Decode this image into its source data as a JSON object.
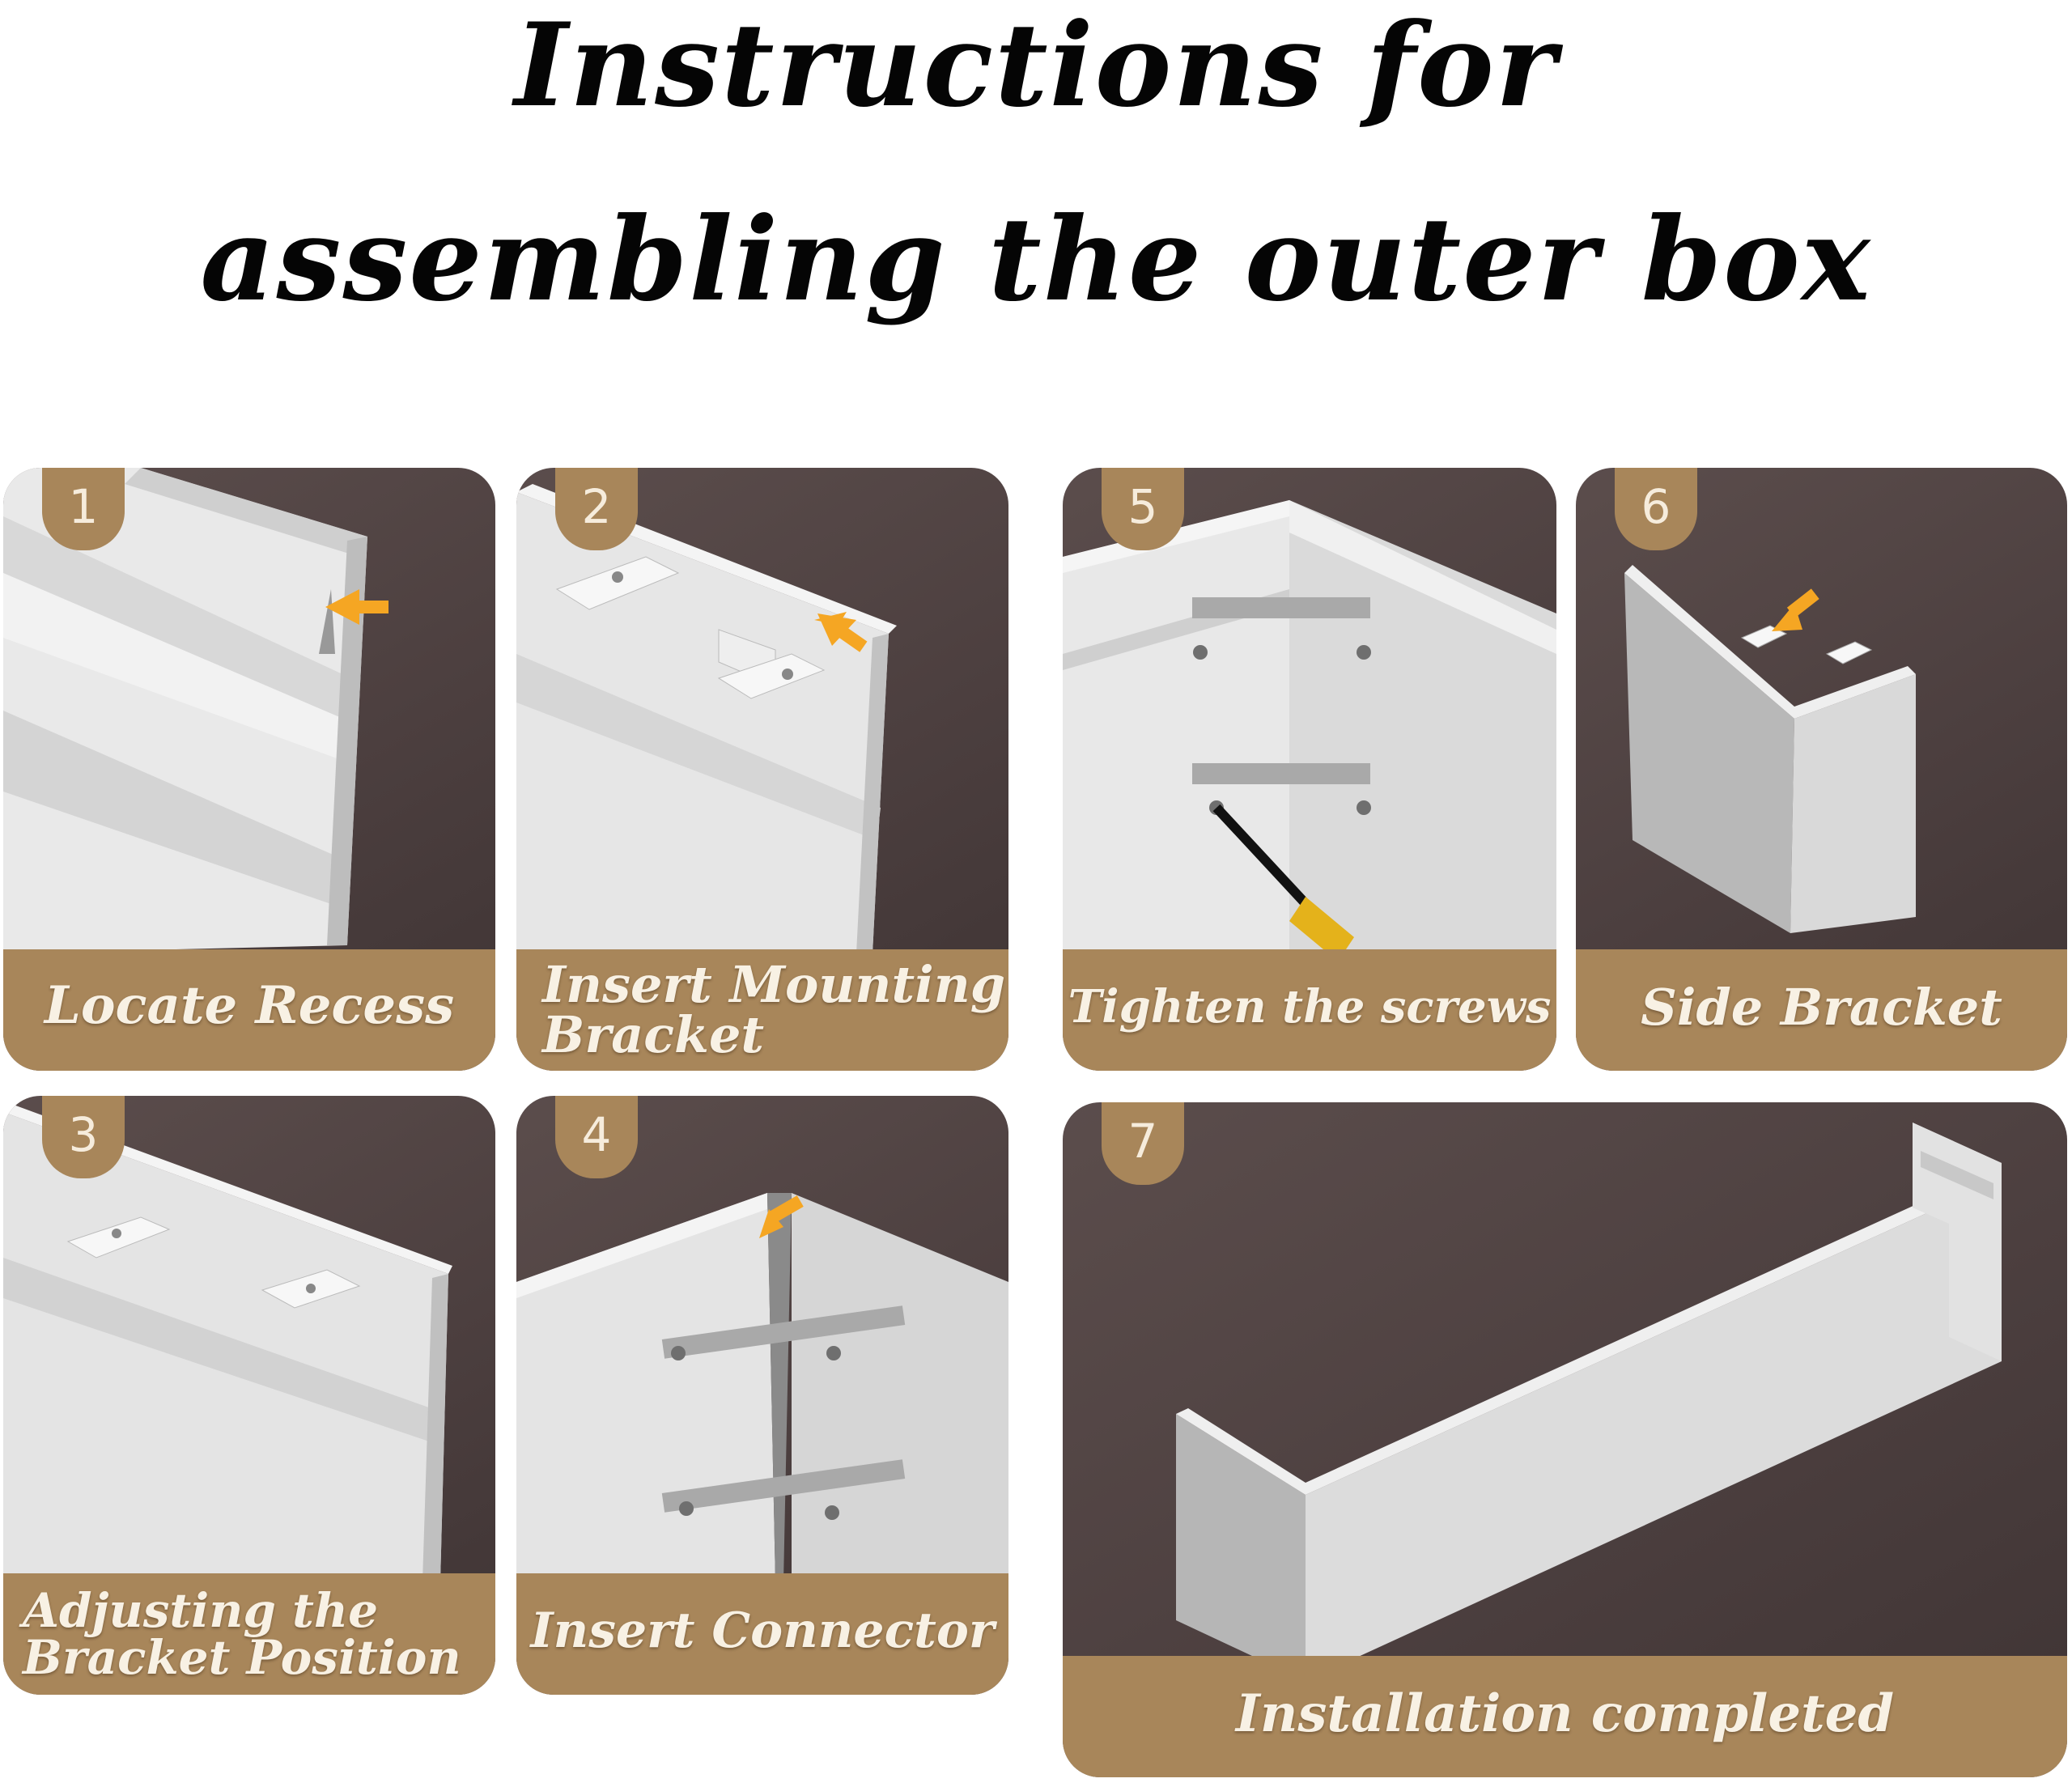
{
  "title": {
    "line1": "Instructions for",
    "line2": "assembling the outer box"
  },
  "steps": [
    {
      "number": "1",
      "label": "Locate Recess"
    },
    {
      "number": "2",
      "label_line1": "Insert Mounting",
      "label_line2": "Bracket"
    },
    {
      "number": "5",
      "label": "Tighten the screws"
    },
    {
      "number": "6",
      "label": "Side Bracket"
    },
    {
      "number": "3",
      "label_line1": "Adjusting the",
      "label_line2": "Bracket Position"
    },
    {
      "number": "4",
      "label": "Insert Connector"
    },
    {
      "number": "7",
      "label": "Installation completed"
    }
  ],
  "colors": {
    "accent": "#a8865a",
    "panel_background": "#4c3f3f",
    "arrow": "#f5a623"
  }
}
